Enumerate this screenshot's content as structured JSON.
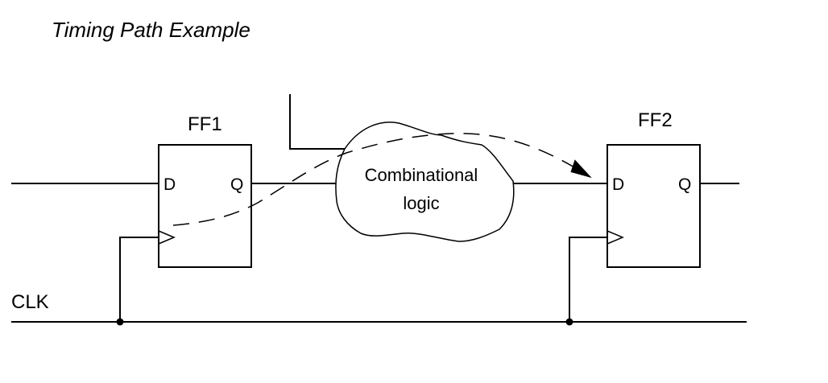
{
  "title": "Timing Path Example",
  "flipflops": [
    {
      "name": "FF1",
      "d_label": "D",
      "q_label": "Q"
    },
    {
      "name": "FF2",
      "d_label": "D",
      "q_label": "Q"
    }
  ],
  "combinational": {
    "line1": "Combinational",
    "line2": "logic"
  },
  "clock": {
    "label": "CLK"
  },
  "colors": {
    "stroke": "#000000",
    "background": "#ffffff"
  }
}
